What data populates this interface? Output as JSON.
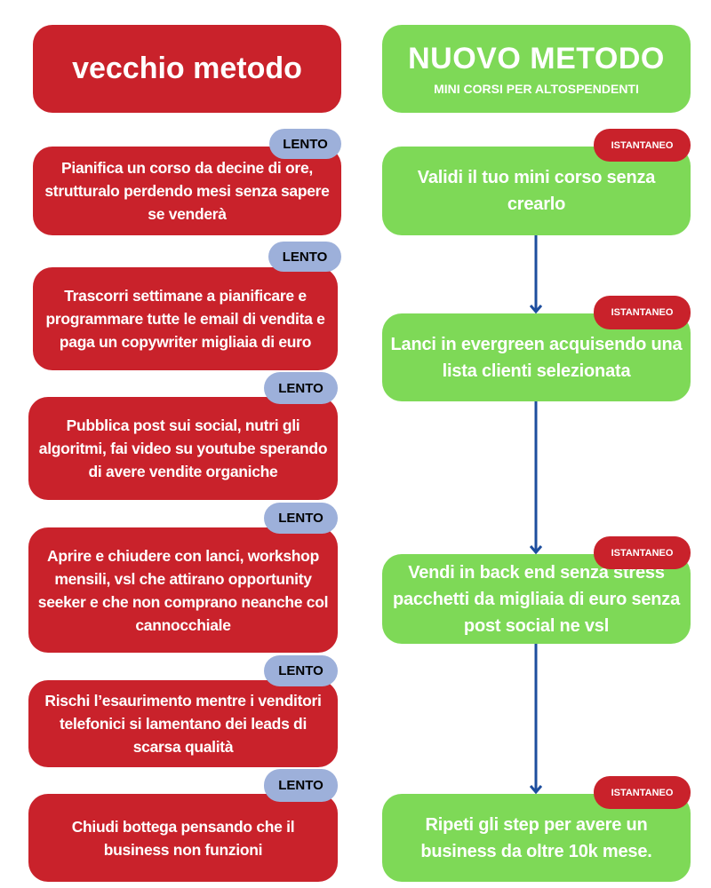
{
  "colors": {
    "red": "#C9222B",
    "green": "#7ED957",
    "badge_slow": "#9DB0DA",
    "arrow": "#1D4E9E"
  },
  "old_method": {
    "title": "vecchio metodo",
    "badge": "LENTO",
    "steps": [
      "Pianifica un corso da decine di ore, strutturalo perdendo mesi senza sapere se venderà",
      "Trascorri settimane a pianificare e programmare tutte le email di vendita e paga un copywriter migliaia di euro",
      "Pubblica post sui social, nutri gli algoritmi, fai video su youtube sperando di avere vendite organiche",
      "Aprire e chiudere con lanci, workshop mensili, vsl che attirano opportunity seeker e che non comprano neanche col cannocchiale",
      "Rischi l’esaurimento mentre i venditori telefonici si lamentano dei leads di scarsa qualità",
      "Chiudi bottega pensando che il business non funzioni"
    ]
  },
  "new_method": {
    "title": "NUOVO METODO",
    "subtitle": "MINI CORSI PER ALTOSPENDENTI",
    "badge": "ISTANTANEO",
    "steps": [
      "Validi il tuo mini corso senza crearlo",
      "Lanci in evergreen acquisendo una lista clienti selezionata",
      "Vendi in back end senza stress pacchetti da migliaia di euro senza post social ne vsl",
      "Ripeti gli step per avere un business da oltre 10k mese."
    ]
  }
}
